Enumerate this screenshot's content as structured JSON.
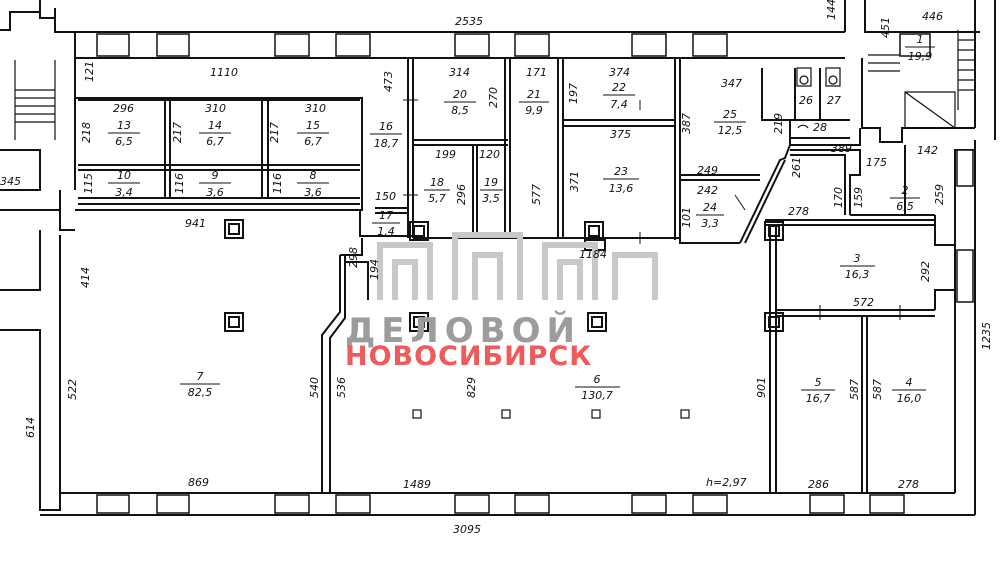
{
  "rooms": [
    {
      "id": "r1",
      "number": "1",
      "area": "19,9"
    },
    {
      "id": "r2",
      "number": "2",
      "area": "6,5"
    },
    {
      "id": "r3",
      "number": "3",
      "area": "16,3"
    },
    {
      "id": "r4",
      "number": "4",
      "area": "16,0"
    },
    {
      "id": "r5",
      "number": "5",
      "area": "16,7"
    },
    {
      "id": "r6",
      "number": "6",
      "area": "130,7"
    },
    {
      "id": "r7",
      "number": "7",
      "area": "82,5"
    },
    {
      "id": "r8",
      "number": "8",
      "area": "3,6"
    },
    {
      "id": "r9",
      "number": "9",
      "area": "3,6"
    },
    {
      "id": "r10",
      "number": "10",
      "area": "3,4"
    },
    {
      "id": "r13",
      "number": "13",
      "area": "6,5"
    },
    {
      "id": "r14",
      "number": "14",
      "area": "6,7"
    },
    {
      "id": "r15",
      "number": "15",
      "area": "6,7"
    },
    {
      "id": "r16",
      "number": "16",
      "area": "18,7"
    },
    {
      "id": "r17",
      "number": "17",
      "area": "1,4"
    },
    {
      "id": "r18",
      "number": "18",
      "area": "5,7"
    },
    {
      "id": "r19",
      "number": "19",
      "area": "3,5"
    },
    {
      "id": "r20",
      "number": "20",
      "area": "8,5"
    },
    {
      "id": "r21",
      "number": "21",
      "area": "9,9"
    },
    {
      "id": "r22",
      "number": "22",
      "area": "7,4"
    },
    {
      "id": "r23",
      "number": "23",
      "area": "13,6"
    },
    {
      "id": "r24",
      "number": "24",
      "area": "3,3"
    },
    {
      "id": "r25",
      "number": "25",
      "area": "12,5"
    },
    {
      "id": "r26",
      "number": "26",
      "area": ""
    },
    {
      "id": "r27",
      "number": "27",
      "area": ""
    },
    {
      "id": "r28",
      "number": "28",
      "area": ""
    }
  ],
  "dimensions": [
    {
      "id": "d2535",
      "text": "2535"
    },
    {
      "id": "d144",
      "text": "144"
    },
    {
      "id": "d446",
      "text": "446"
    },
    {
      "id": "d451",
      "text": "451"
    },
    {
      "id": "d121",
      "text": "121"
    },
    {
      "id": "d1110",
      "text": "1110"
    },
    {
      "id": "d473",
      "text": "473"
    },
    {
      "id": "d314",
      "text": "314"
    },
    {
      "id": "d171",
      "text": "171"
    },
    {
      "id": "d374",
      "text": "374"
    },
    {
      "id": "d347",
      "text": "347"
    },
    {
      "id": "d296",
      "text": "296"
    },
    {
      "id": "d310a",
      "text": "310"
    },
    {
      "id": "d310b",
      "text": "310"
    },
    {
      "id": "d270",
      "text": "270"
    },
    {
      "id": "d197",
      "text": "197"
    },
    {
      "id": "d387",
      "text": "387"
    },
    {
      "id": "d219",
      "text": "219"
    },
    {
      "id": "d218",
      "text": "218"
    },
    {
      "id": "d217a",
      "text": "217"
    },
    {
      "id": "d217b",
      "text": "217"
    },
    {
      "id": "d375",
      "text": "375"
    },
    {
      "id": "d389",
      "text": "389"
    },
    {
      "id": "d199",
      "text": "199"
    },
    {
      "id": "d120",
      "text": "120"
    },
    {
      "id": "d261",
      "text": "261"
    },
    {
      "id": "d175",
      "text": "175"
    },
    {
      "id": "d142",
      "text": "142"
    },
    {
      "id": "d345",
      "text": "345"
    },
    {
      "id": "d115",
      "text": "115"
    },
    {
      "id": "d116a",
      "text": "116"
    },
    {
      "id": "d116b",
      "text": "116"
    },
    {
      "id": "d296b",
      "text": "296"
    },
    {
      "id": "d577",
      "text": "577"
    },
    {
      "id": "d371",
      "text": "371"
    },
    {
      "id": "d249",
      "text": "249"
    },
    {
      "id": "d242",
      "text": "242"
    },
    {
      "id": "d170",
      "text": "170"
    },
    {
      "id": "d159",
      "text": "159"
    },
    {
      "id": "d259",
      "text": "259"
    },
    {
      "id": "d150",
      "text": "150"
    },
    {
      "id": "d941",
      "text": "941"
    },
    {
      "id": "d101",
      "text": "101"
    },
    {
      "id": "d278a",
      "text": "278"
    },
    {
      "id": "d298",
      "text": "298"
    },
    {
      "id": "d194",
      "text": "194"
    },
    {
      "id": "d1184",
      "text": "1184"
    },
    {
      "id": "d414",
      "text": "414"
    },
    {
      "id": "d292",
      "text": "292"
    },
    {
      "id": "d572",
      "text": "572"
    },
    {
      "id": "d1235",
      "text": "1235"
    },
    {
      "id": "d522",
      "text": "522"
    },
    {
      "id": "d540",
      "text": "540"
    },
    {
      "id": "d536",
      "text": "536"
    },
    {
      "id": "d829",
      "text": "829"
    },
    {
      "id": "d901",
      "text": "901"
    },
    {
      "id": "d587a",
      "text": "587"
    },
    {
      "id": "d587b",
      "text": "587"
    },
    {
      "id": "d614",
      "text": "614"
    },
    {
      "id": "d869",
      "text": "869"
    },
    {
      "id": "d1489",
      "text": "1489"
    },
    {
      "id": "dh",
      "text": "h=2,97"
    },
    {
      "id": "d286",
      "text": "286"
    },
    {
      "id": "d278b",
      "text": "278"
    },
    {
      "id": "d3095",
      "text": "3095"
    }
  ],
  "watermark": {
    "line1": "ДЕЛОВОЙ",
    "line2": "НОВОСИБИРСК",
    "color_red": "#ef5a5a",
    "color_grey": "#9c9c9c"
  }
}
